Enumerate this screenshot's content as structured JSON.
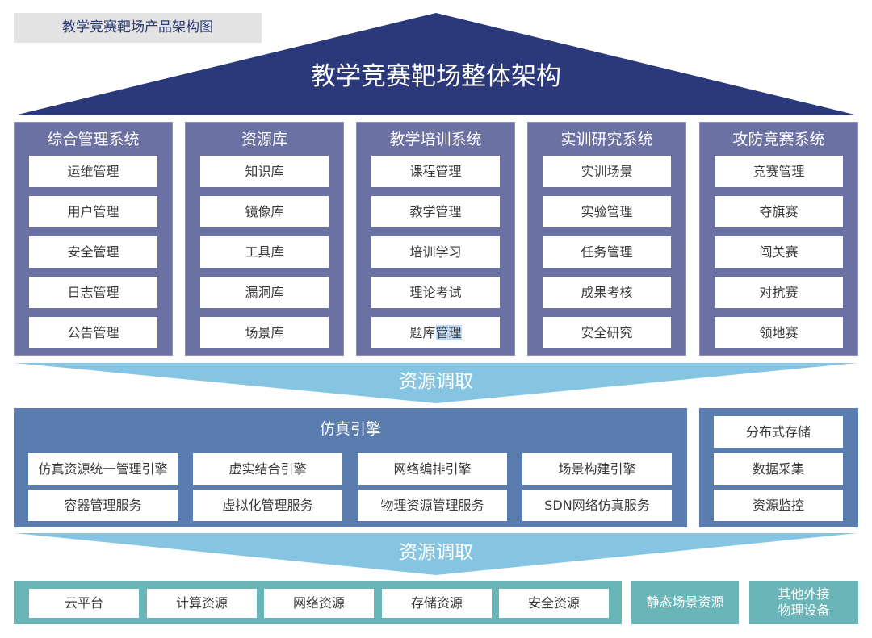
{
  "caption": "教学竞赛靶场产品架构图",
  "roof": {
    "title": "教学竞赛靶场整体架构",
    "color": "#2b397a"
  },
  "colors": {
    "system_column": "#6b71a3",
    "engine_panel": "#5a7cae",
    "arrow_band": "#86c5e2",
    "base_layer": "#6ab5b7",
    "highlight": "#bcd7f3"
  },
  "systems": [
    {
      "title": "综合管理系统",
      "items": [
        "运维管理",
        "用户管理",
        "安全管理",
        "日志管理",
        "公告管理"
      ]
    },
    {
      "title": "资源库",
      "items": [
        "知识库",
        "镜像库",
        "工具库",
        "漏洞库",
        "场景库"
      ]
    },
    {
      "title": "教学培训系统",
      "items": [
        "课程管理",
        "教学管理",
        "培训学习",
        "理论考试",
        "题库管理"
      ]
    },
    {
      "title": "实训研究系统",
      "items": [
        "实训场景",
        "实验管理",
        "任务管理",
        "成果考核",
        "安全研究"
      ]
    },
    {
      "title": "攻防竞赛系统",
      "items": [
        "竞赛管理",
        "夺旗赛",
        "闯关赛",
        "对抗赛",
        "领地赛"
      ]
    }
  ],
  "highlight": {
    "prefix": "题库",
    "selected": "管理"
  },
  "arrows": [
    {
      "label": "资源调取"
    },
    {
      "label": "资源调取"
    }
  ],
  "engine": {
    "title": "仿真引擎",
    "row1": [
      "仿真资源统一管理引擎",
      "虚实结合引擎",
      "网络编排引擎",
      "场景构建引擎"
    ],
    "row2": [
      "容器管理服务",
      "虚拟化管理服务",
      "物理资源管理服务",
      "SDN网络仿真服务"
    ]
  },
  "side_services": [
    "分布式存储",
    "数据采集",
    "资源监控"
  ],
  "base": {
    "items": [
      "云平台",
      "计算资源",
      "网络资源",
      "存储资源",
      "安全资源"
    ],
    "static_scene": "静态场景资源",
    "external_line1": "其他外接",
    "external_line2": "物理设备"
  }
}
